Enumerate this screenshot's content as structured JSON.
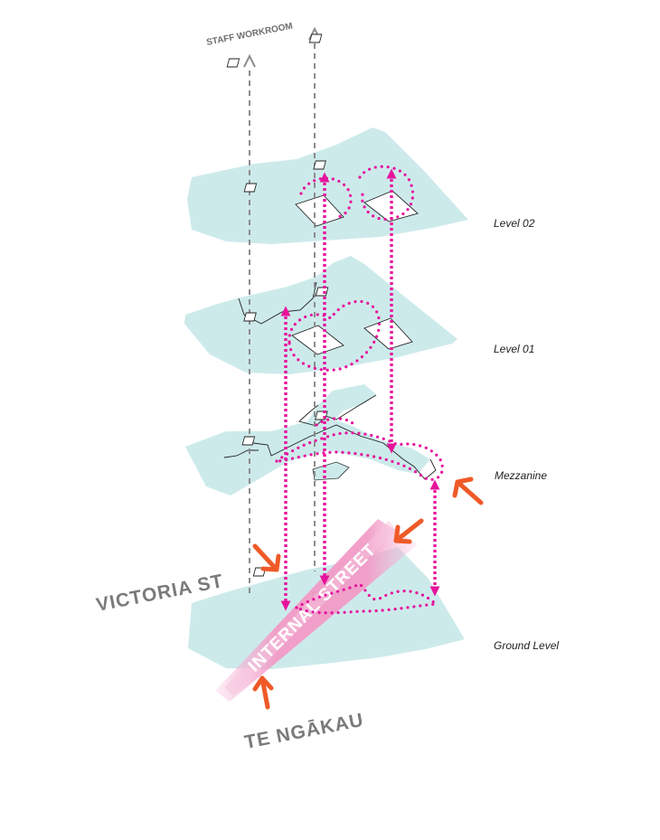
{
  "labels": {
    "staff_workroom": "STAFF WORKROOM",
    "level_02": "Level 02",
    "level_01": "Level 01",
    "mezzanine": "Mezzanine",
    "ground_level": "Ground Level",
    "victoria_st": "VICTORIA ST",
    "te_ngakau": "TE NGĀKAU",
    "internal_street": "INTERNAL STREET"
  },
  "colors": {
    "floor_plate": "#cdeaeb",
    "circulation_magenta": "#e6139c",
    "internal_street_pink": "#f4a9cf",
    "entry_arrow_orange": "#ef5a28",
    "staff_route_grey": "#8c8c8c"
  },
  "icons": [
    "stair-icon",
    "void-opening-icon",
    "entry-arrow-icon"
  ]
}
